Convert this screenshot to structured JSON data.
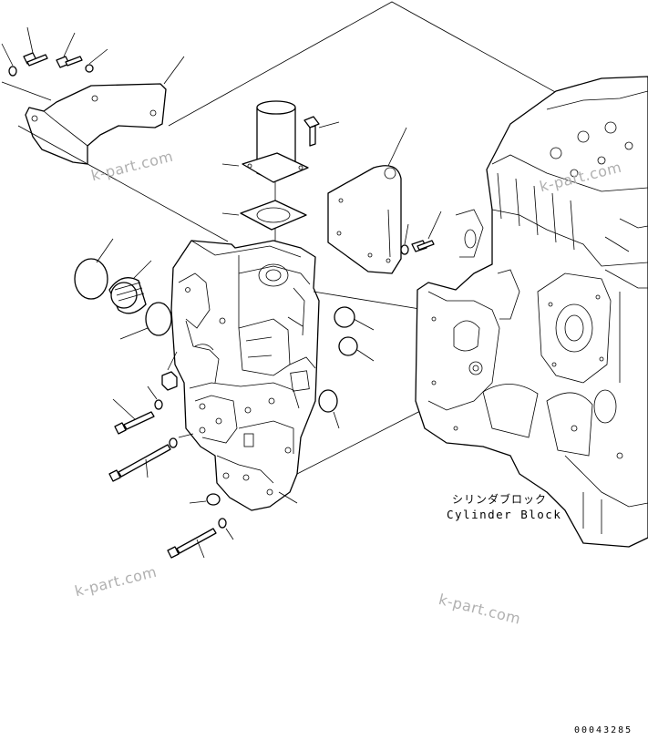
{
  "labels": {
    "cylinder_block_jp": "シリンダブロック",
    "cylinder_block_en": "Cylinder Block"
  },
  "watermarks": [
    "k-part.com",
    "k-part.com",
    "k-part.com",
    "k-part.com"
  ],
  "drawing_code": "00043285"
}
